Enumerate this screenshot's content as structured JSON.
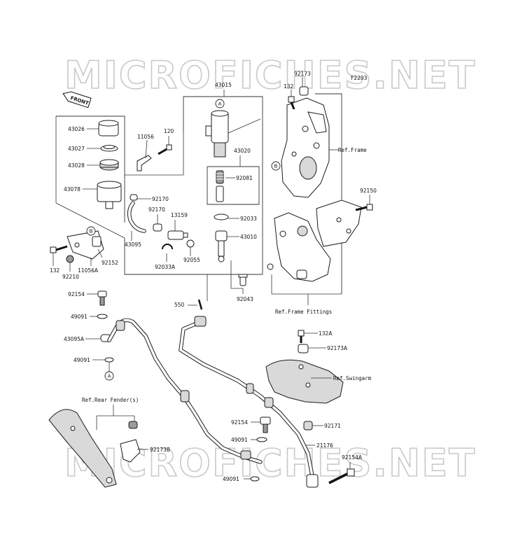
{
  "watermark": "MICROFICHES.NET",
  "figure_code": "F2293",
  "front_label": "FRONT",
  "parts": {
    "p43015": "43015",
    "p43026": "43026",
    "p43027": "43027",
    "p43028": "43028",
    "p43078": "43078",
    "p11056": "11056",
    "p120": "120",
    "p92170a": "92170",
    "p92170b": "92170",
    "p13159": "13159",
    "p43095": "43095",
    "p92033a": "92033A",
    "p92055": "92055",
    "p43020": "43020",
    "p92081": "92081",
    "p92033": "92033",
    "p43010": "43010",
    "p92043": "92043",
    "p550": "550",
    "p132a": "132",
    "p132b": "132",
    "p92210": "92210",
    "p11056a": "11056A",
    "p92152": "92152",
    "p92173": "92173",
    "p92150": "92150",
    "p92154a": "92154",
    "p49091a": "49091",
    "p43095a": "43095A",
    "p49091b": "49091",
    "p132A": "132A",
    "p92173A": "92173A",
    "p92154b": "92154",
    "p49091c": "49091",
    "p49091d": "49091",
    "p92171": "92171",
    "p21176": "21176",
    "p92154A": "92154A",
    "p92173B": "92173B"
  },
  "refs": {
    "frame": "Ref.Frame",
    "frame_fittings": "Ref.Frame Fittings",
    "swingarm": "Ref.Swingarm",
    "rear_fender": "Ref.Rear Fender(s)"
  },
  "callouts": {
    "a1": "A",
    "a2": "A",
    "b1": "B",
    "b2": "B"
  }
}
